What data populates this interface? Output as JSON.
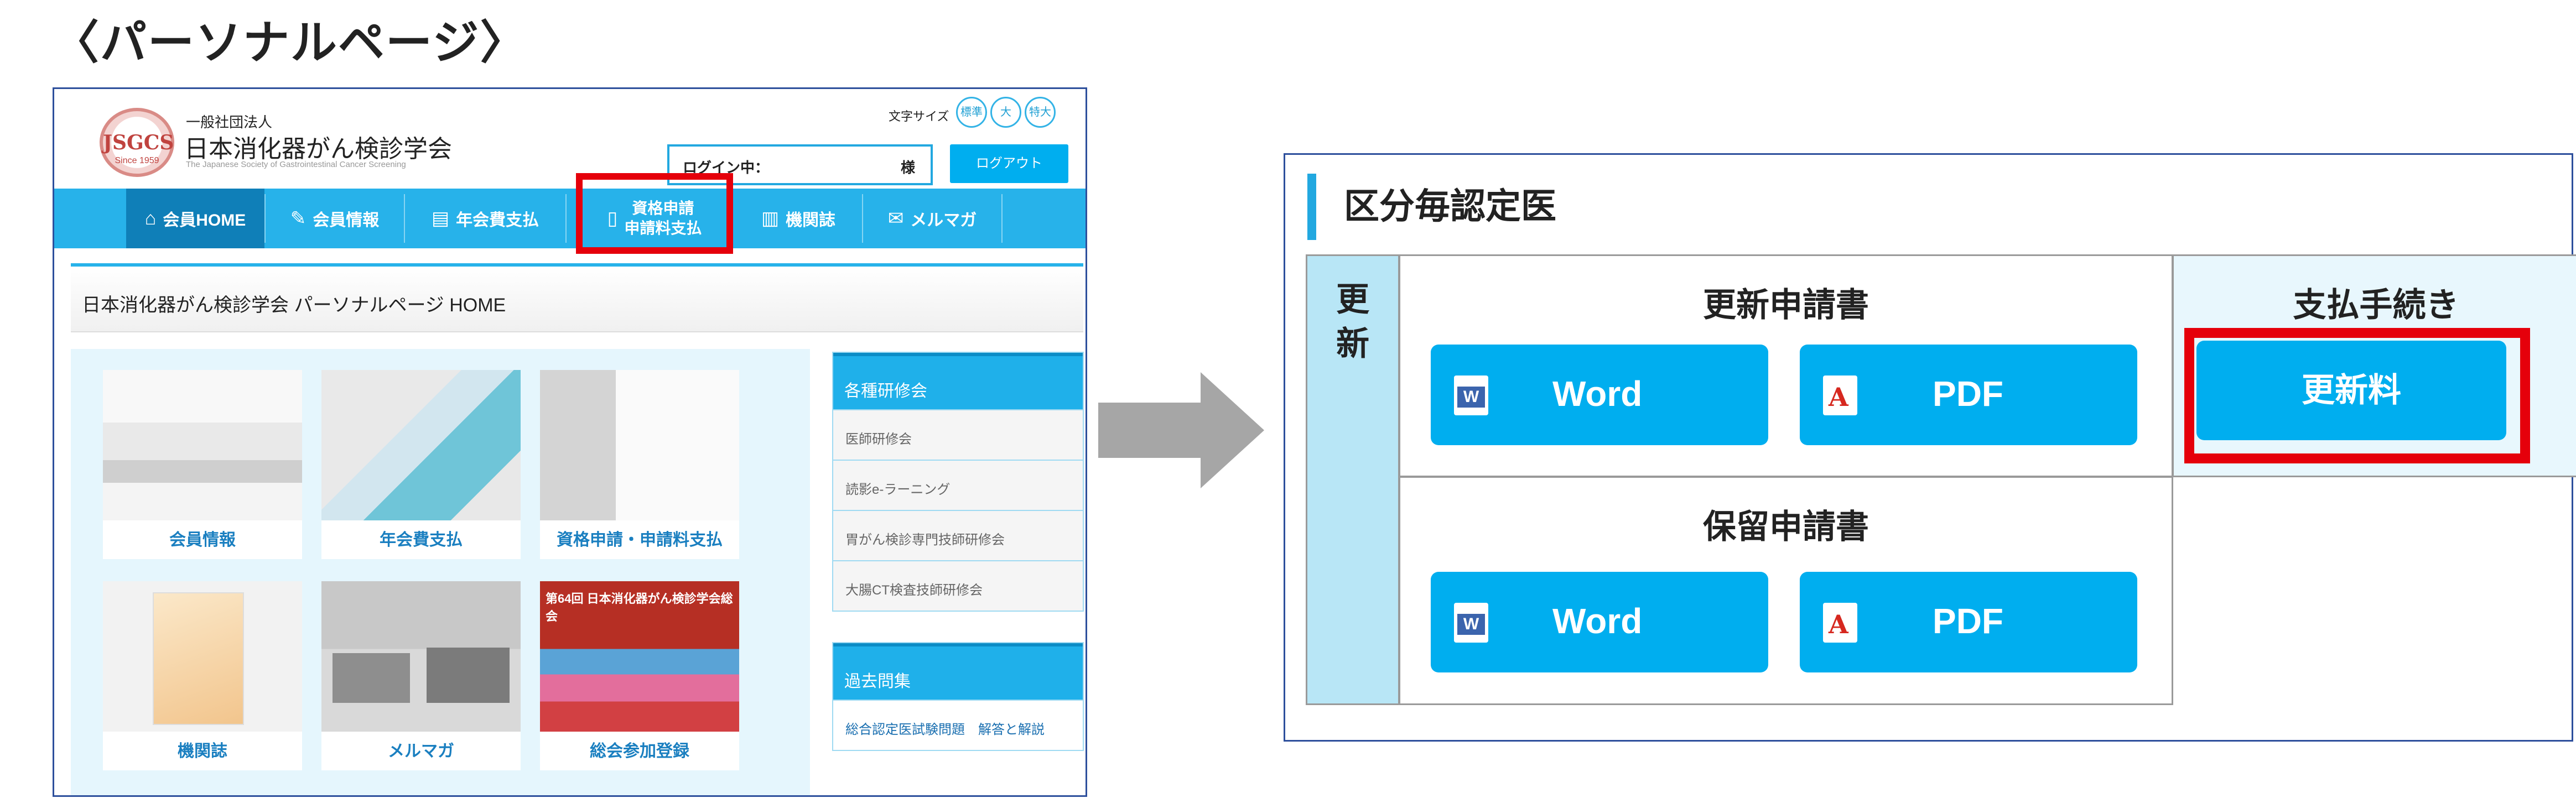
{
  "page_heading": "〈パーソナルページ〉",
  "site": {
    "logo": {
      "seal_text": "JSGCS",
      "seal_sub": "Since 1959"
    },
    "org_kind": "一般社団法人",
    "org_name": "日本消化器がん検診学会",
    "org_name_en": "The Japanese Society of Gastrointestinal Cancer Screening",
    "font_size": {
      "label": "文字サイズ",
      "normal": "標準",
      "large": "大",
      "xlarge": "特大"
    },
    "login": {
      "label": "ログイン中：",
      "suffix": "様",
      "logout": "ログアウト"
    },
    "nav": {
      "home": "会員HOME",
      "member_info": "会員情報",
      "annual_fee": "年会費支払",
      "qualification_line1": "資格申請",
      "qualification_line2": "申請料支払",
      "journal": "機関誌",
      "mail_magazine": "メルマガ"
    },
    "home_title": "日本消化器がん検診学会 パーソナルページ HOME",
    "tiles": [
      {
        "caption": "会員情報"
      },
      {
        "caption": "年会費支払"
      },
      {
        "caption": "資格申請・申請料支払"
      },
      {
        "caption": "機関誌"
      },
      {
        "caption": "メルマガ"
      },
      {
        "caption": "総会参加登録",
        "poster_text": "第64回 日本消化器がん検診学会総会"
      }
    ],
    "sidebar": {
      "seminars": {
        "title": "各種研修会",
        "items": [
          "医師研修会",
          "読影e-ラーニング",
          "胃がん検診専門技師研修会",
          "大腸CT検査技師研修会"
        ]
      },
      "past_exams": {
        "title": "過去問集",
        "items": [
          "総合認定医試験問題　解答と解説"
        ]
      }
    },
    "highlight_color": "#e5000b",
    "accent_color": "#27b2ea"
  },
  "panel": {
    "title": "区分毎認定医",
    "row_header": {
      "char1": "更",
      "char2": "新"
    },
    "renewal": {
      "title": "更新申請書",
      "word": "Word",
      "pdf": "PDF"
    },
    "payment": {
      "title": "支払手続き",
      "fee_button": "更新料"
    },
    "hold": {
      "title": "保留申請書",
      "word": "Word",
      "pdf": "PDF"
    },
    "button_color": "#00aeef"
  }
}
